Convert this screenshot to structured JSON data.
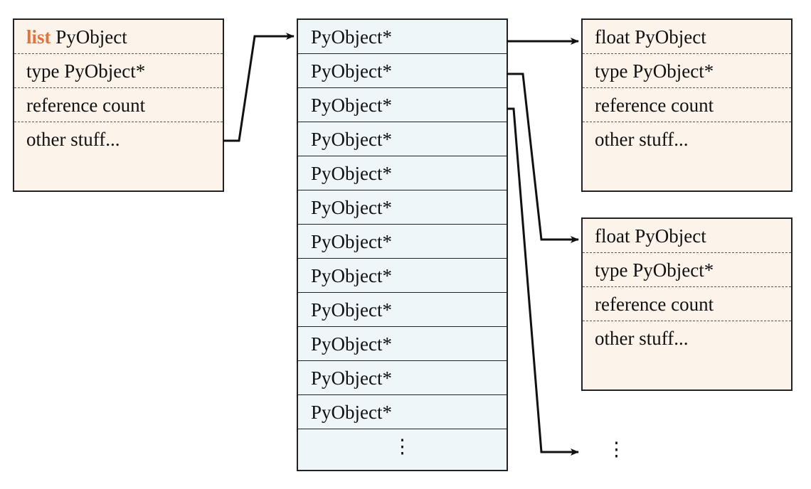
{
  "list_object": {
    "keyword": "list",
    "title": "PyObject",
    "rows": [
      "type PyObject*",
      "reference count",
      "other stuff..."
    ]
  },
  "pointer_array": {
    "cell_label": "PyObject*",
    "cells": [
      "PyObject*",
      "PyObject*",
      "PyObject*",
      "PyObject*",
      "PyObject*",
      "PyObject*",
      "PyObject*",
      "PyObject*",
      "PyObject*",
      "PyObject*",
      "PyObject*",
      "PyObject*"
    ],
    "continuation": "⋮"
  },
  "float_objects": [
    {
      "title": "float PyObject",
      "rows": [
        "type PyObject*",
        "reference count",
        "other stuff..."
      ]
    },
    {
      "title": "float PyObject",
      "rows": [
        "type PyObject*",
        "reference count",
        "other stuff..."
      ]
    }
  ],
  "more_objects": "⋮",
  "colors": {
    "list_keyword": "#e0733a",
    "object_fill": "#fcf3ea",
    "array_fill": "#eef6f9",
    "stroke": "#222222"
  }
}
